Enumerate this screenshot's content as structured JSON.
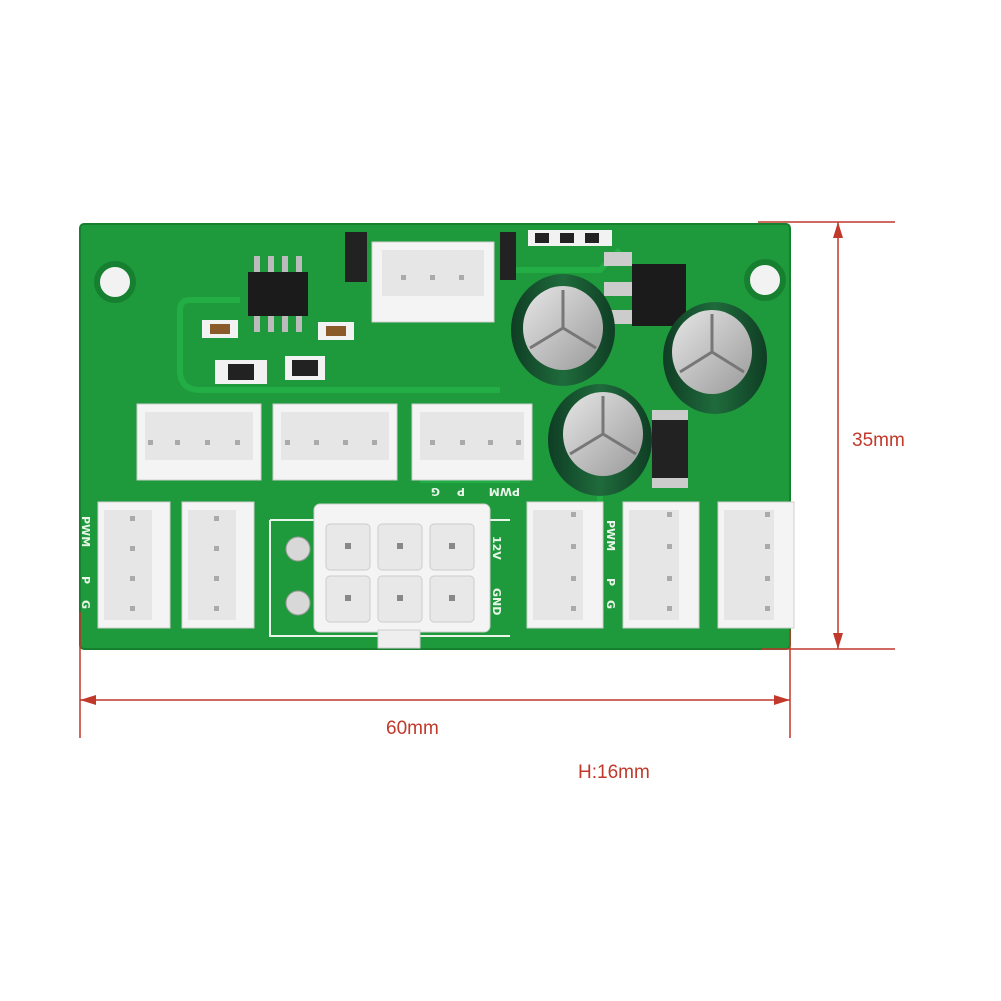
{
  "dimensions": {
    "width_label": "60mm",
    "height_label": "35mm",
    "thickness_label": "H:16mm",
    "line_color": "#c0392b"
  },
  "board": {
    "pcb_color": "#1e9a3c",
    "silkscreen_labels": {
      "left_header_pwm": "PWM",
      "left_header_p": "P",
      "left_header_g": "G",
      "top_header_pwm": "PWM",
      "top_header_p": "P",
      "top_header_g": "G",
      "power_12v": "12V",
      "power_gnd": "GND",
      "right_header_pwm": "PWM",
      "right_header_p": "P",
      "right_header_g": "G"
    }
  }
}
